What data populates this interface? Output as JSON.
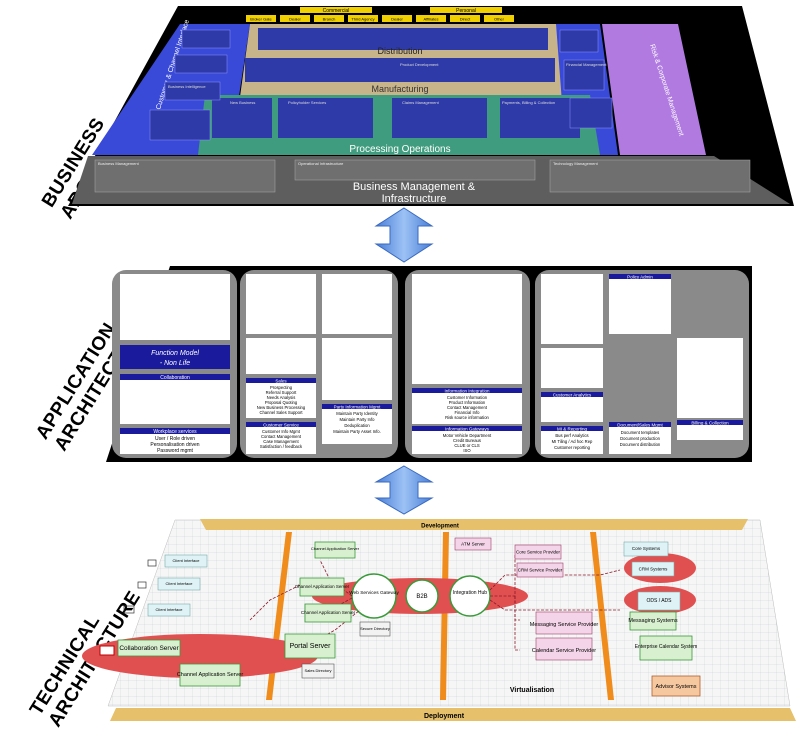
{
  "labels": {
    "business": [
      "BUSINESS",
      "ARCHITECTURE"
    ],
    "application": [
      "APPLICATION",
      "ARCHITECTURE"
    ],
    "technical": [
      "TECHNICAL",
      "ARCHITECTURE"
    ]
  },
  "business": {
    "top_tabs": [
      "Commercial",
      "Personal"
    ],
    "channel_tabs": [
      "Broker Gate",
      "Dealer",
      "Branch",
      "Third Agency",
      "Dealer",
      "Affiliates",
      "Direct",
      "Other"
    ],
    "left_band": "Customer & Channel Interface",
    "right_band": "Risk & Corporate Management",
    "distribution": "Distribution",
    "manufacturing": "Manufacturing",
    "processing": "Processing Operations",
    "bmi_line1": "Business Management &",
    "bmi_line2": "Infrastructure",
    "sections": [
      "New Business",
      "Policyholder Services",
      "Claims Management",
      "Payments, Billing & Collection",
      "Business Management",
      "Operational Infrastructure",
      "Technology Management",
      "Product Development",
      "Business Intelligence",
      "Financial Management"
    ]
  },
  "application": {
    "function_model": [
      "Function Model",
      "- Non Life"
    ],
    "headers": [
      "Collaboration",
      "Workplace services",
      "Sales",
      "Customer Service",
      "Party Information Mgmt",
      "Information Integration",
      "Information Gateways",
      "Customer Analytics",
      "MI & Reporting",
      "Billing & Collection",
      "Document/Sales Mgmt",
      "Policy Admin"
    ],
    "workplace_items": [
      "User / Role driven",
      "Personalisation driven",
      "Password mgmt"
    ],
    "sales_items": [
      "Prospecting",
      "Referral Support",
      "Needs Analysis",
      "Proposal Quoting",
      "New Business Processing",
      "Channel Sales Support"
    ],
    "cust_service_items": [
      "Customer Info Mgmt",
      "Contact Management",
      "Case Management",
      "Satisfaction / feedback"
    ],
    "party_items": [
      "Maintain Party Identity",
      "Maintain Party Info",
      "Deduplication",
      "Maintain Party Asset Info."
    ],
    "integration_items": [
      "Customer Information",
      "Product Information",
      "Contact Management",
      "Financial Info",
      "Risk source information"
    ],
    "gateway_items": [
      "Motor Vehicle Department",
      "Credit Bureaus",
      "CLUE or CLS",
      "ISO"
    ],
    "mi_items": [
      "Bus perf Analytics",
      "MI Tiling / Ad hoc Rep",
      "Customer reporting"
    ],
    "doc_items": [
      "Document templates",
      "Document production",
      "Document distribution"
    ]
  },
  "technical": {
    "top_bar": "Development",
    "bottom_bar": "Deployment",
    "virtualisation": "Virtualisation",
    "b2b": "B2B",
    "integration_hub": "Integration Hub",
    "web_gateway": "Web Services Gateway",
    "collab_server": "Collaboration Server",
    "portal_server": "Portal Server",
    "channel_app_servers": [
      "Channel Application Server",
      "Channel Application Server",
      "Channel Application Server",
      "Channel Application Server"
    ],
    "clients": [
      "Client Interface",
      "Client Interface",
      "Client Interface"
    ],
    "directories": [
      "Secure Directory",
      "Sales Directory"
    ],
    "providers": [
      "ATM Server",
      "Core Service Provider",
      "CRM Service Provider",
      "Messaging Service Provider",
      "Calendar Service Provider"
    ],
    "right_systems": [
      "Core Systems",
      "CRM Systems",
      "ODS / ADS",
      "Messaging Systems",
      "Enterprise Calendar System",
      "Advisor Systems"
    ]
  },
  "colors": {
    "blue_band": "#3a4ad8",
    "purple_band": "#b07ae0",
    "manufacturing": "#c8b48a",
    "processing": "#3f9c7e",
    "infra": "#5e5e5e",
    "app_header": "#1a1a9c",
    "arrow": "#6f9ee8",
    "ellipse": "#e05050",
    "orange_bar": "#f08c1c"
  }
}
